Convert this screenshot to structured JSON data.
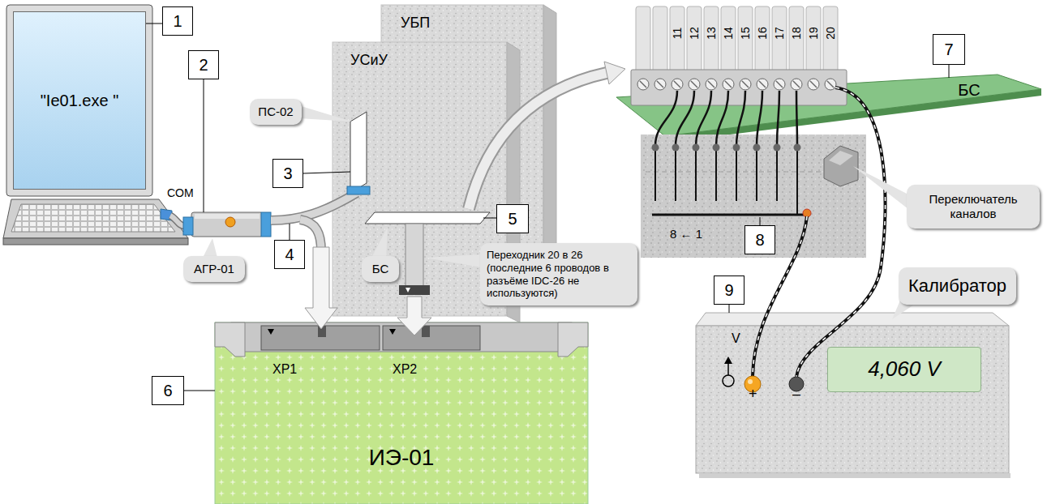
{
  "diagram": {
    "nodes": [
      {
        "text": [
          "\"Ie01.exe \""
        ]
      },
      {
        "text": [
          "1"
        ]
      },
      {
        "text": [
          "2"
        ]
      },
      {
        "text": [
          "АГР-01"
        ]
      },
      {
        "text": [
          "3"
        ]
      },
      {
        "text": [
          "ПС-02"
        ]
      },
      {
        "text": [
          "4"
        ]
      },
      {
        "text": [
          "УБП"
        ]
      },
      {
        "text": [
          "УСиУ"
        ]
      },
      {
        "text": [
          "5"
        ]
      },
      {
        "text": [
          "БС"
        ]
      },
      {
        "text": [
          "Переходник 20 в 26 (последние 6 проводов в разъёме IDC-26 не используются)"
        ]
      },
      {
        "text": [
          "ИЭ-01"
        ]
      },
      {
        "text": [
          "6"
        ]
      },
      {
        "text": [
          "БС"
        ]
      },
      {
        "text": [
          "7"
        ]
      },
      {
        "text": [
          "8"
        ]
      },
      {
        "text": [
          "Переключатель каналов"
        ]
      },
      {
        "text": [
          "Калибратор"
        ]
      },
      {
        "text": [
          "9"
        ]
      },
      {
        "text": [
          "V",
          "+",
          "–"
        ]
      },
      {
        "text": [
          "4,060 V"
        ],
        "in": 20
      }
    ],
    "edges": [
      {
        "from": 1,
        "to": 0,
        "arrow": "none"
      },
      {
        "from": 13,
        "to": 12,
        "arrow": "none"
      },
      {
        "from": 15,
        "to": 14,
        "arrow": "none"
      },
      {
        "from": 19,
        "to": 20,
        "arrow": "none"
      }
    ],
    "labels": [
      "COM",
      "XP1",
      "XP2",
      "11",
      "12",
      "13",
      "14",
      "15",
      "16",
      "17",
      "18",
      "19",
      "20",
      "8 ← 1"
    ]
  }
}
